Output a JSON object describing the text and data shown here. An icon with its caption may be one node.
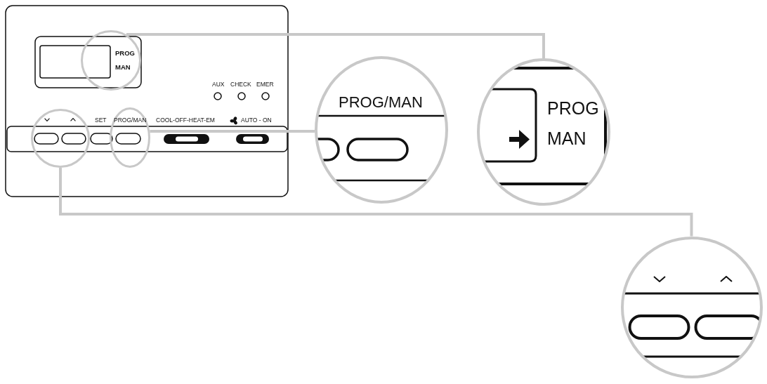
{
  "diagram": {
    "nodes": [
      {
        "text": [],
        "shape": "circle"
      },
      {
        "text": [],
        "shape": "circle"
      },
      {
        "text": [],
        "shape": "ellipse"
      },
      {
        "text": [
          "PROG/MAN"
        ]
      },
      {
        "text": [
          "PROG",
          "MAN"
        ]
      },
      {
        "text": [],
        "shape": "circle"
      }
    ],
    "edges": [
      {
        "from": 0,
        "to": 4,
        "arrow": "none"
      },
      {
        "from": 2,
        "to": 3,
        "arrow": "none"
      },
      {
        "from": 1,
        "to": 5,
        "arrow": "none"
      }
    ],
    "labels": [
      "PROG",
      "MAN",
      "AUX",
      "CHECK",
      "EMER",
      "SET",
      "PROG/MAN",
      "COOL-OFF-HEAT-EM",
      "AUTO - ON"
    ]
  }
}
